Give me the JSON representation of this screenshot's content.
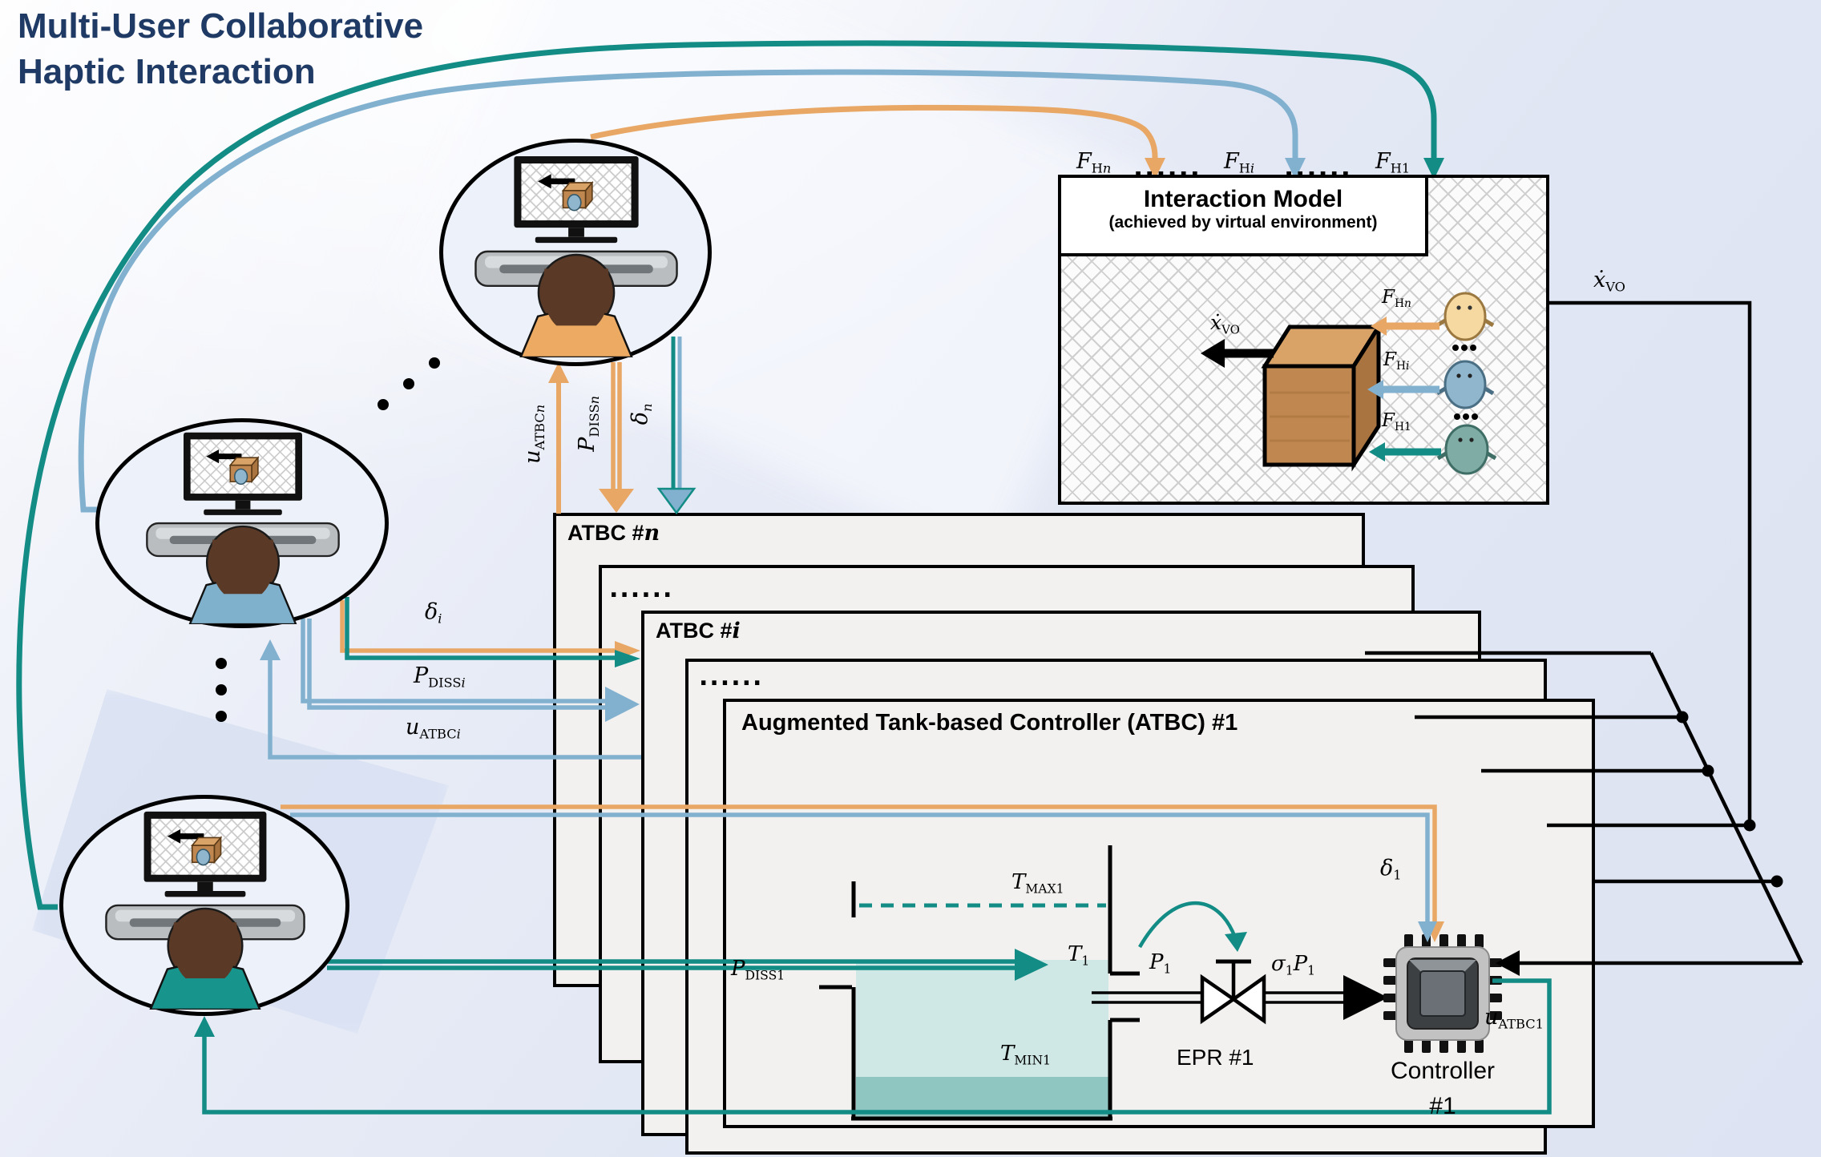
{
  "title": {
    "line1": "Multi-User Collaborative",
    "line2": "Haptic Interaction"
  },
  "interaction_model": {
    "title": "Interaction Model",
    "subtitle": "(achieved by virtual environment)",
    "top_inputs": {
      "fhn": {
        "main": "F",
        "sub": "H",
        "subvar": "n"
      },
      "dots1": "......",
      "fhi": {
        "main": "F",
        "sub": "H",
        "subvar": "i"
      },
      "dots2": "......",
      "fh1": {
        "main": "F",
        "sub": "H1",
        "subvar": ""
      }
    },
    "scene": {
      "xvo": {
        "main": "ẋ",
        "sub": "VO"
      },
      "fhn": {
        "main": "F",
        "sub": "H",
        "subvar": "n"
      },
      "fhi": {
        "main": "F",
        "sub": "H",
        "subvar": "i"
      },
      "fh1": {
        "main": "F",
        "sub": "H1",
        "subvar": ""
      }
    }
  },
  "xvo_out": {
    "main": "ẋ",
    "sub": "VO"
  },
  "stack": {
    "atbc_n": {
      "prefix": "ATBC #",
      "var": "n"
    },
    "atbc_i": {
      "prefix": "ATBC #",
      "var": "i"
    },
    "dots": "......",
    "atbc_1": "Augmented Tank-based Controller (ATBC) #1"
  },
  "signals": {
    "u_atbcn": {
      "main": "u",
      "sub": "ATBC",
      "subvar": "n"
    },
    "p_dissn": {
      "main": "P",
      "sub": "DISS",
      "subvar": "n"
    },
    "delta_n": {
      "main": "δ",
      "sub": "",
      "subvar": "n"
    },
    "delta_i": {
      "main": "δ",
      "sub": "",
      "subvar": "i"
    },
    "p_dissi": {
      "main": "P",
      "sub": "DISS",
      "subvar": "i"
    },
    "u_atbci": {
      "main": "u",
      "sub": "ATBC",
      "subvar": "i"
    },
    "delta_1": {
      "main": "δ",
      "sub": "1",
      "subvar": ""
    },
    "u_atbc1": {
      "main": "u",
      "sub": "ATBC1",
      "subvar": ""
    }
  },
  "tank": {
    "p_diss1": {
      "main": "P",
      "sub": "DISS1"
    },
    "t_max1": {
      "main": "T",
      "sub": "MAX1"
    },
    "t_1": {
      "main": "T",
      "sub": "1"
    },
    "t_min1": {
      "main": "T",
      "sub": "MIN1"
    },
    "p_1": {
      "main": "P",
      "sub": "1"
    },
    "sigma_p1": {
      "m1": "σ",
      "s1": "1",
      "m2": "P",
      "s2": "1"
    },
    "epr": "EPR #1",
    "controller_line1": "Controller",
    "controller_line2": "#1"
  },
  "colors": {
    "teal": "#128c85",
    "blue": "#82b1d0",
    "orange": "#e9a765",
    "navy": "#1f3a64",
    "box_fill": "#f2f1ef",
    "water_light": "#cfe8e5",
    "water_dark": "#8fc6c1"
  }
}
